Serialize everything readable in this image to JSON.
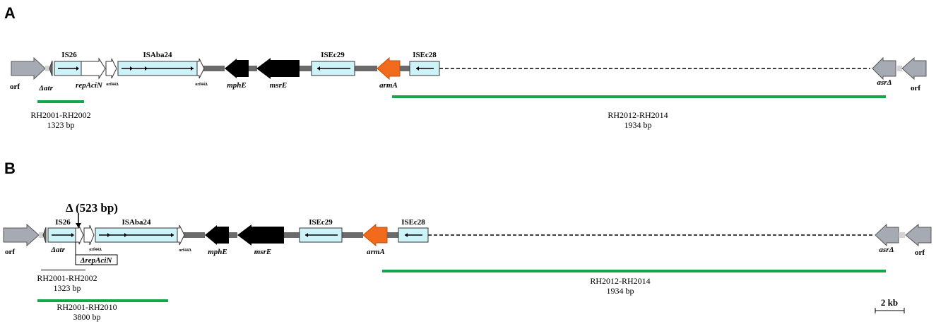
{
  "panels": {
    "A": {
      "label": "A",
      "orf_left": "orf",
      "orf_right": "orf",
      "atr": "Δatr",
      "is26": "IS26",
      "repAciN": "repAciN",
      "orf44_1": "orf44Δ",
      "isaba24": "ISAba24",
      "orf44_2": "orf44Δ",
      "mphE": "mphE",
      "msrE": "msrE",
      "isec29": "ISEc29",
      "armA": "armA",
      "isec28": "ISEc28",
      "asr": "asrΔ",
      "amp1_name": "RH2001-RH2002",
      "amp1_size": "1323 bp",
      "amp2_name": "RH2012-RH2014",
      "amp2_size": "1934 bp"
    },
    "B": {
      "label": "B",
      "deletion": "Δ (523 bp)",
      "orf_left": "orf",
      "orf_right": "orf",
      "atr": "Δatr",
      "is26": "IS26",
      "repAciN": "ΔrepAciN",
      "orf44_1": "orf44Δ",
      "isaba24": "ISAba24",
      "orf44_2": "orf44Δ",
      "mphE": "mphE",
      "msrE": "msrE",
      "isec29": "ISEc29",
      "armA": "armA",
      "isec28": "ISEc28",
      "asr": "asrΔ",
      "amp1_name": "RH2001-RH2002",
      "amp1_size": "1323 bp",
      "amp2_name": "RH2001-RH2010",
      "amp2_size": "3800 bp",
      "amp3_name": "RH2012-RH2014",
      "amp3_size": "1934 bp"
    }
  },
  "scale_bar": "2 kb",
  "colors": {
    "orf": "#a6abb3",
    "is_box": "#cdf3f8",
    "resistance": "#000000",
    "armA": "#f26a1b",
    "amplicon": "#12a84a",
    "amplicon_lost": "#b3b3b3"
  }
}
